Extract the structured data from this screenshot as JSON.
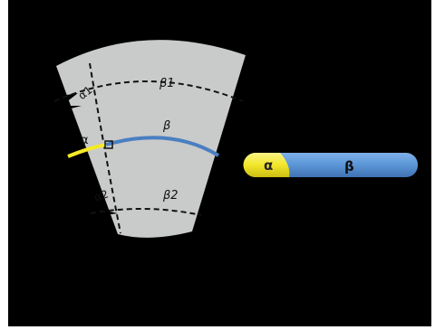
{
  "diagram": {
    "labels": {
      "alpha1": "α1",
      "beta1": "β1",
      "alpha": "α",
      "beta": "β",
      "alpha2": "α2",
      "beta2": "β2"
    },
    "bar": {
      "alpha_label": "α",
      "beta_label": "β",
      "alpha_fraction": 0.24
    },
    "colors": {
      "background": "#000000",
      "sector_fill": "#c9caca",
      "alpha_color": "#f5ea26",
      "beta_color": "#4a7fc1",
      "bar_beta_color": "#5b95d6",
      "dashed_line": "#111111"
    }
  }
}
